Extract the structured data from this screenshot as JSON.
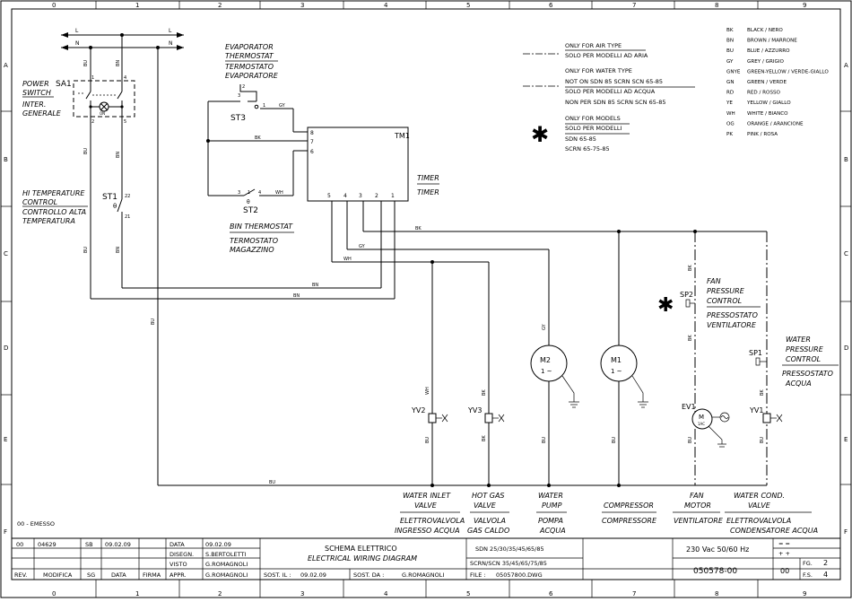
{
  "grid": {
    "cols": [
      "0",
      "1",
      "2",
      "3",
      "4",
      "5",
      "6",
      "7",
      "8",
      "9"
    ],
    "rows": [
      "A",
      "B",
      "C",
      "D",
      "E",
      "F"
    ]
  },
  "wires": {
    "L": "L",
    "N": "N",
    "BU": "BU",
    "BN": "BN",
    "BK": "BK",
    "GY": "GY",
    "WH": "WH"
  },
  "components": {
    "sa1": {
      "code": "SA1",
      "l1": "POWER",
      "l2": "SWITCH",
      "l3": "INTER.",
      "l4": "GENERALE",
      "on": "ON"
    },
    "st1": {
      "code": "ST1",
      "l1": "HI TEMPERATURE",
      "l2": "CONTROL",
      "l3": "CONTROLLO ALTA",
      "l4": "TEMPERATURA"
    },
    "st3": {
      "code": "ST3",
      "l1": "EVAPORATOR",
      "l2": "THERMOSTAT",
      "l3": "TERMOSTATO",
      "l4": "EVAPORATORE"
    },
    "st2": {
      "code": "ST2",
      "l1": "BIN THERMOSTAT",
      "l2": "TERMOSTATO",
      "l3": "MAGAZZINO"
    },
    "tm1": {
      "code": "TM1",
      "l1": "TIMER",
      "l2": "TIMER"
    },
    "m2": {
      "code": "M2",
      "l1": "WATER",
      "l2": "PUMP",
      "l3": "POMPA",
      "l4": "ACQUA"
    },
    "m1": {
      "code": "M1",
      "l1": "COMPRESSOR",
      "l2": "COMPRESSORE"
    },
    "ev1": {
      "code": "EV1",
      "sub": "1AC",
      "l1": "FAN",
      "l2": "MOTOR",
      "l3": "VENTILATORE"
    },
    "yv2": {
      "code": "YV2",
      "l1": "WATER INLET",
      "l2": "VALVE",
      "l3": "ELETTROVALVOLA",
      "l4": "INGRESSO ACQUA"
    },
    "yv3": {
      "code": "YV3",
      "l1": "HOT GAS",
      "l2": "VALVE",
      "l3": "VALVOLA",
      "l4": "GAS CALDO"
    },
    "yv1": {
      "code": "YV1",
      "l1": "WATER COND.",
      "l2": "VALVE",
      "l3": "ELETTROVALVOLA",
      "l4": "CONDENSATORE ACQUA"
    },
    "sp2": {
      "code": "SP2",
      "l1": "FAN",
      "l2": "PRESSURE",
      "l3": "CONTROL",
      "l4": "PRESSOSTATO",
      "l5": "VENTILATORE"
    },
    "sp1": {
      "code": "SP1",
      "l1": "WATER",
      "l2": "PRESSURE",
      "l3": "CONTROL",
      "l4": "PRESSOSTATO",
      "l5": "ACQUA"
    },
    "motor_tilde": "1 ~",
    "motor_m": "M",
    "pins": {
      "p1": "1",
      "p2": "2",
      "p3": "3",
      "p4": "4",
      "p5": "5",
      "p6": "6",
      "p7": "7",
      "p8": "8",
      "p21": "21",
      "p22": "22"
    },
    "theta": "θ"
  },
  "notes": {
    "air1": "ONLY FOR AIR TYPE",
    "air2": "SOLO PER MODELLI AD ARIA",
    "wat1": "ONLY FOR WATER TYPE",
    "wat2": "NOT ON SDN 85 SCRN SCN 65-85",
    "wat3": "SOLO PER MODELLI AD ACQUA",
    "wat4": "NON PER SDN 85 SCRN SCN 65-85",
    "mod1": "ONLY FOR MODELS",
    "mod2": "SOLO PER MODELLI",
    "mod3": "SDN 65-85",
    "mod4": "SCRN 65-75-85",
    "asterisk": "✱"
  },
  "legend": [
    {
      "code": "BK",
      "text": "BLACK / NERO"
    },
    {
      "code": "BN",
      "text": "BROWN / MARRONE"
    },
    {
      "code": "BU",
      "text": "BLUE / AZZURRO"
    },
    {
      "code": "GY",
      "text": "GREY / GRIGIO"
    },
    {
      "code": "GNYE",
      "text": "GREEN-YELLOW / VERDE-GIALLO"
    },
    {
      "code": "GN",
      "text": "GREEN / VERDE"
    },
    {
      "code": "RD",
      "text": "RED / ROSSO"
    },
    {
      "code": "YE",
      "text": "YELLOW / GIALLO"
    },
    {
      "code": "WH",
      "text": "WHITE / BIANCO"
    },
    {
      "code": "OG",
      "text": "ORANGE / ARANCIONE"
    },
    {
      "code": "PK",
      "text": "PINK / ROSA"
    }
  ],
  "title_block": {
    "emesso": "00 - EMESSO",
    "rev": "00",
    "modifica": "04629",
    "sg": "SB",
    "data": "09.02.09",
    "h_rev": "REV.",
    "h_modifica": "MODIFICA",
    "h_sg": "SG",
    "h_data": "DATA",
    "h_firma": "FIRMA",
    "k_data": "DATA",
    "k_disegn": "DISEGN.",
    "k_visto": "VISTO",
    "k_appr": "APPR.",
    "v_data": "09.02.09",
    "v_disegn": "S.BERTOLETTI",
    "v_visto": "G.ROMAGNOLI",
    "v_appr": "G.ROMAGNOLI",
    "title1": "SCHEMA ELETTRICO",
    "title2": "ELECTRICAL WIRING DIAGRAM",
    "sost_il": "SOST. IL :",
    "sost_il_v": "09.02.09",
    "sost_da": "SOST. DA :",
    "sost_da_v": "G.ROMAGNOLI",
    "models1": "SDN 25/30/35/45/65/85",
    "models2": "SCRN/SCN 35/45/65/75/85",
    "file": "FILE :",
    "file_v": "05057800.DWG",
    "voltage": "230 Vac 50/60 Hz",
    "code": "050578-00",
    "rev2": "00",
    "fg": "FG.",
    "fg_v": "2",
    "fs": "F.S.",
    "fs_v": "4",
    "eq1": "= =",
    "eq2": "+ +"
  }
}
